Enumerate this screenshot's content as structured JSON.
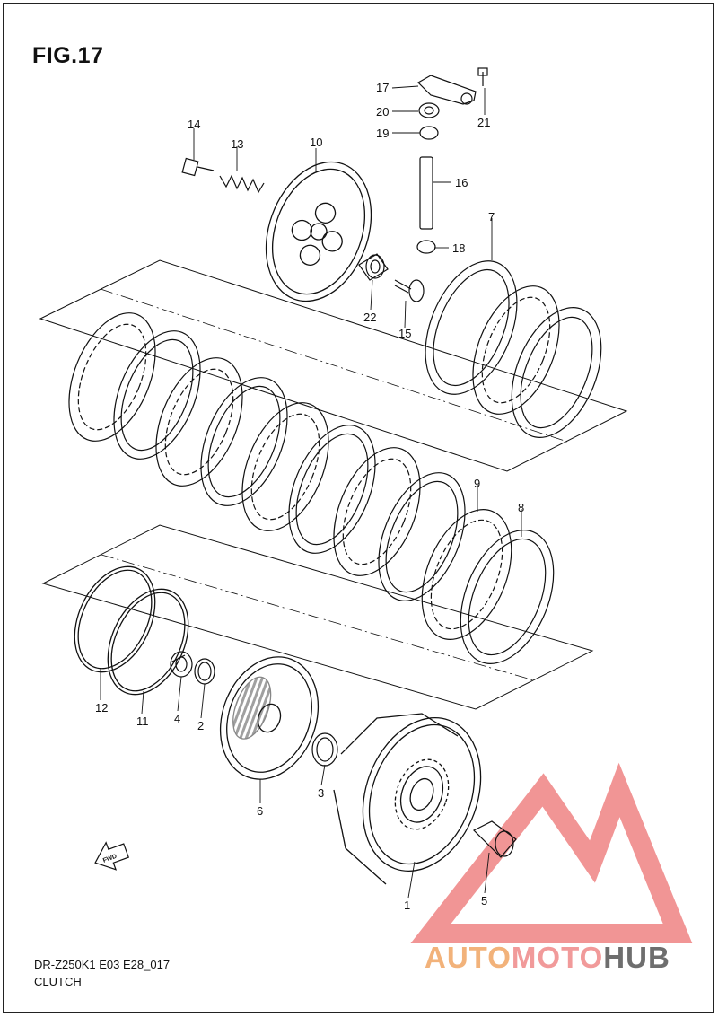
{
  "figure": {
    "title": "FIG.17"
  },
  "callouts": [
    {
      "id": "c1",
      "text": "1"
    },
    {
      "id": "c2",
      "text": "2"
    },
    {
      "id": "c3",
      "text": "3"
    },
    {
      "id": "c4",
      "text": "4"
    },
    {
      "id": "c5",
      "text": "5"
    },
    {
      "id": "c6",
      "text": "6"
    },
    {
      "id": "c7",
      "text": "7"
    },
    {
      "id": "c8",
      "text": "8"
    },
    {
      "id": "c9",
      "text": "9"
    },
    {
      "id": "c10",
      "text": "10"
    },
    {
      "id": "c11",
      "text": "11"
    },
    {
      "id": "c12",
      "text": "12"
    },
    {
      "id": "c13",
      "text": "13"
    },
    {
      "id": "c14",
      "text": "14"
    },
    {
      "id": "c15",
      "text": "15"
    },
    {
      "id": "c16",
      "text": "16"
    },
    {
      "id": "c17",
      "text": "17"
    },
    {
      "id": "c18",
      "text": "18"
    },
    {
      "id": "c19",
      "text": "19"
    },
    {
      "id": "c20",
      "text": "20"
    },
    {
      "id": "c21",
      "text": "21"
    },
    {
      "id": "c22",
      "text": "22"
    }
  ],
  "fwd_label": "FWD",
  "footer": {
    "code": "DR-Z250K1 E03 E28_017",
    "name": "CLUTCH"
  },
  "watermark": {
    "part1": "AUTO",
    "part2": "MOTO",
    "part3": "HUB",
    "colors": {
      "auto": "#f2b27a",
      "moto": "#f19a9a",
      "hub": "#6e6e6e",
      "logo": "#f08a8a"
    }
  }
}
